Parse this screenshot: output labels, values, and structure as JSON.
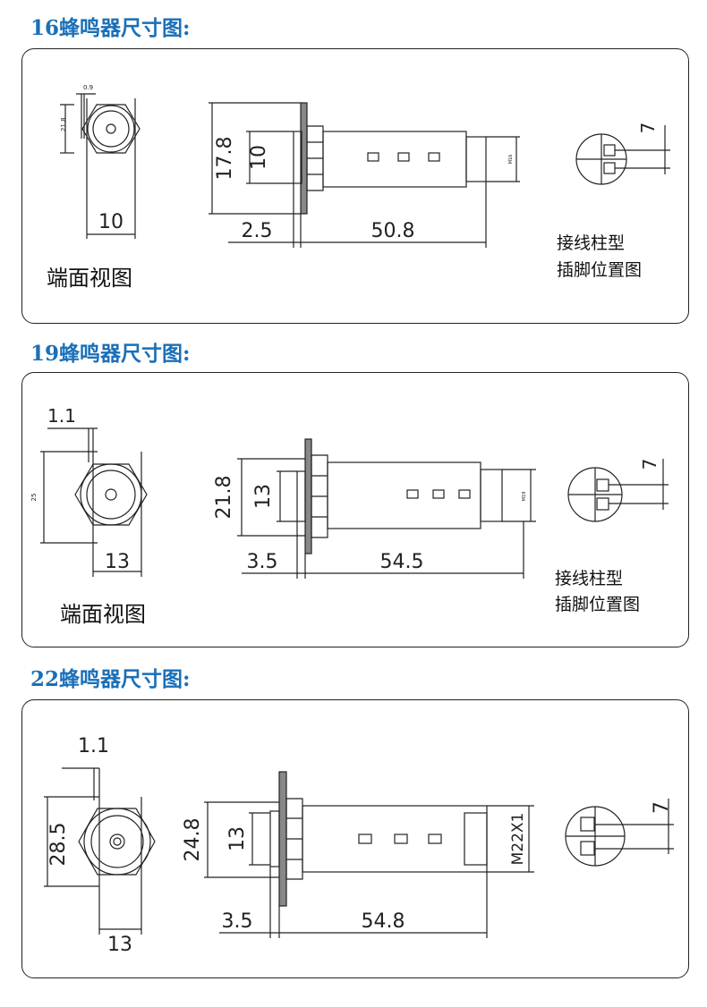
{
  "sections": [
    {
      "title": "16蜂鸣器尺寸图:",
      "front_label": "端面视图",
      "pin_label_1": "接线柱型",
      "pin_label_2": "插脚位置图",
      "dims": {
        "thread_gap": "0.9",
        "height": "21.8",
        "width": "10",
        "side_height": "17.8",
        "side_inner": "10",
        "flange": "2.5",
        "length": "50.8",
        "pin_pitch": "7",
        "thread": "M16"
      }
    },
    {
      "title": "19蜂鸣器尺寸图:",
      "front_label": "端面视图",
      "pin_label_1": "接线柱型",
      "pin_label_2": "插脚位置图",
      "dims": {
        "thread_gap": "1.1",
        "height": "25",
        "width": "13",
        "side_height": "21.8",
        "side_inner": "13",
        "flange": "3.5",
        "length": "54.5",
        "pin_pitch": "7",
        "thread": "M19"
      }
    },
    {
      "title": "22蜂鸣器尺寸图:",
      "dims": {
        "thread_gap": "1.1",
        "height": "28.5",
        "width": "13",
        "side_height": "24.8",
        "side_inner": "13",
        "flange": "3.5",
        "length": "54.8",
        "pin_pitch": "7",
        "thread": "M22X1"
      }
    }
  ],
  "colors": {
    "title": "#1a6fb8",
    "line": "#222222"
  }
}
